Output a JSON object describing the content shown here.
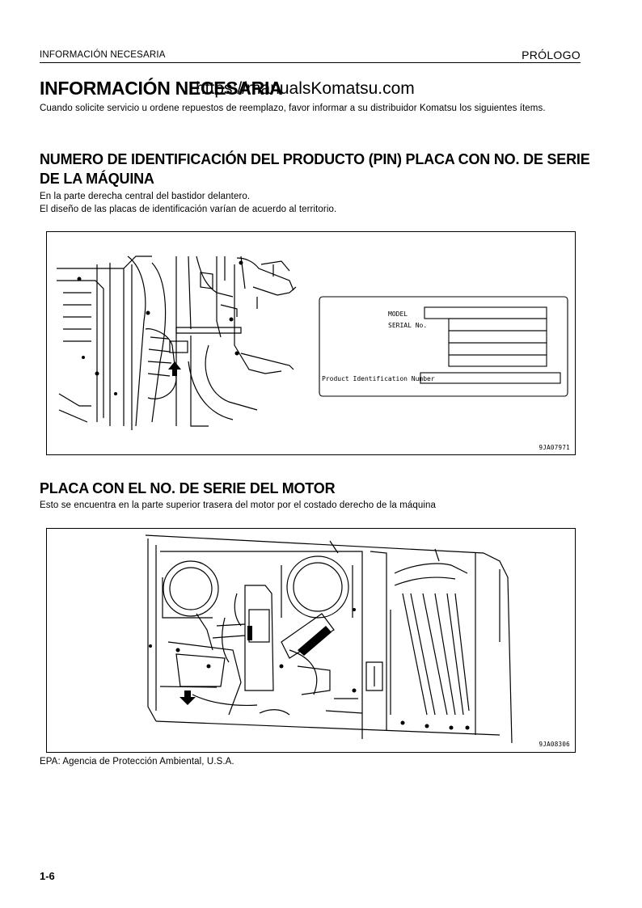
{
  "header": {
    "section": "INFORMACIÓN NECESARIA",
    "chapter": "PRÓLOGO"
  },
  "title": "INFORMACIÓN NECESARIA",
  "watermark": "https://manualsKomatsu.com",
  "intro": "Cuando solicite servicio u ordene repuestos de reemplazo, favor informar a su distribuidor Komatsu los siguientes ítems.",
  "pin_section": {
    "heading": "NUMERO DE IDENTIFICACIÓN DEL PRODUCTO (PIN) PLACA CON NO. DE SERIE DE LA MÁQUINA",
    "line1": "En la parte derecha central del bastidor delantero.",
    "line2": "El diseño de las placas de identificación varían de acuerdo al territorio.",
    "figure": {
      "plate_model": "MODEL",
      "plate_serial": "SERIAL No.",
      "plate_pin": "Product Identification Number",
      "code": "9JA07971"
    }
  },
  "motor_section": {
    "heading": "PLACA CON EL NO. DE SERIE DEL MOTOR",
    "text": "Esto se encuentra en la parte superior trasera del motor por el costado derecho de la máquina",
    "figure": {
      "code": "9JA08306"
    }
  },
  "epa_note": "EPA: Agencia de Protección Ambiental, U.S.A.",
  "page_number": "1-6"
}
